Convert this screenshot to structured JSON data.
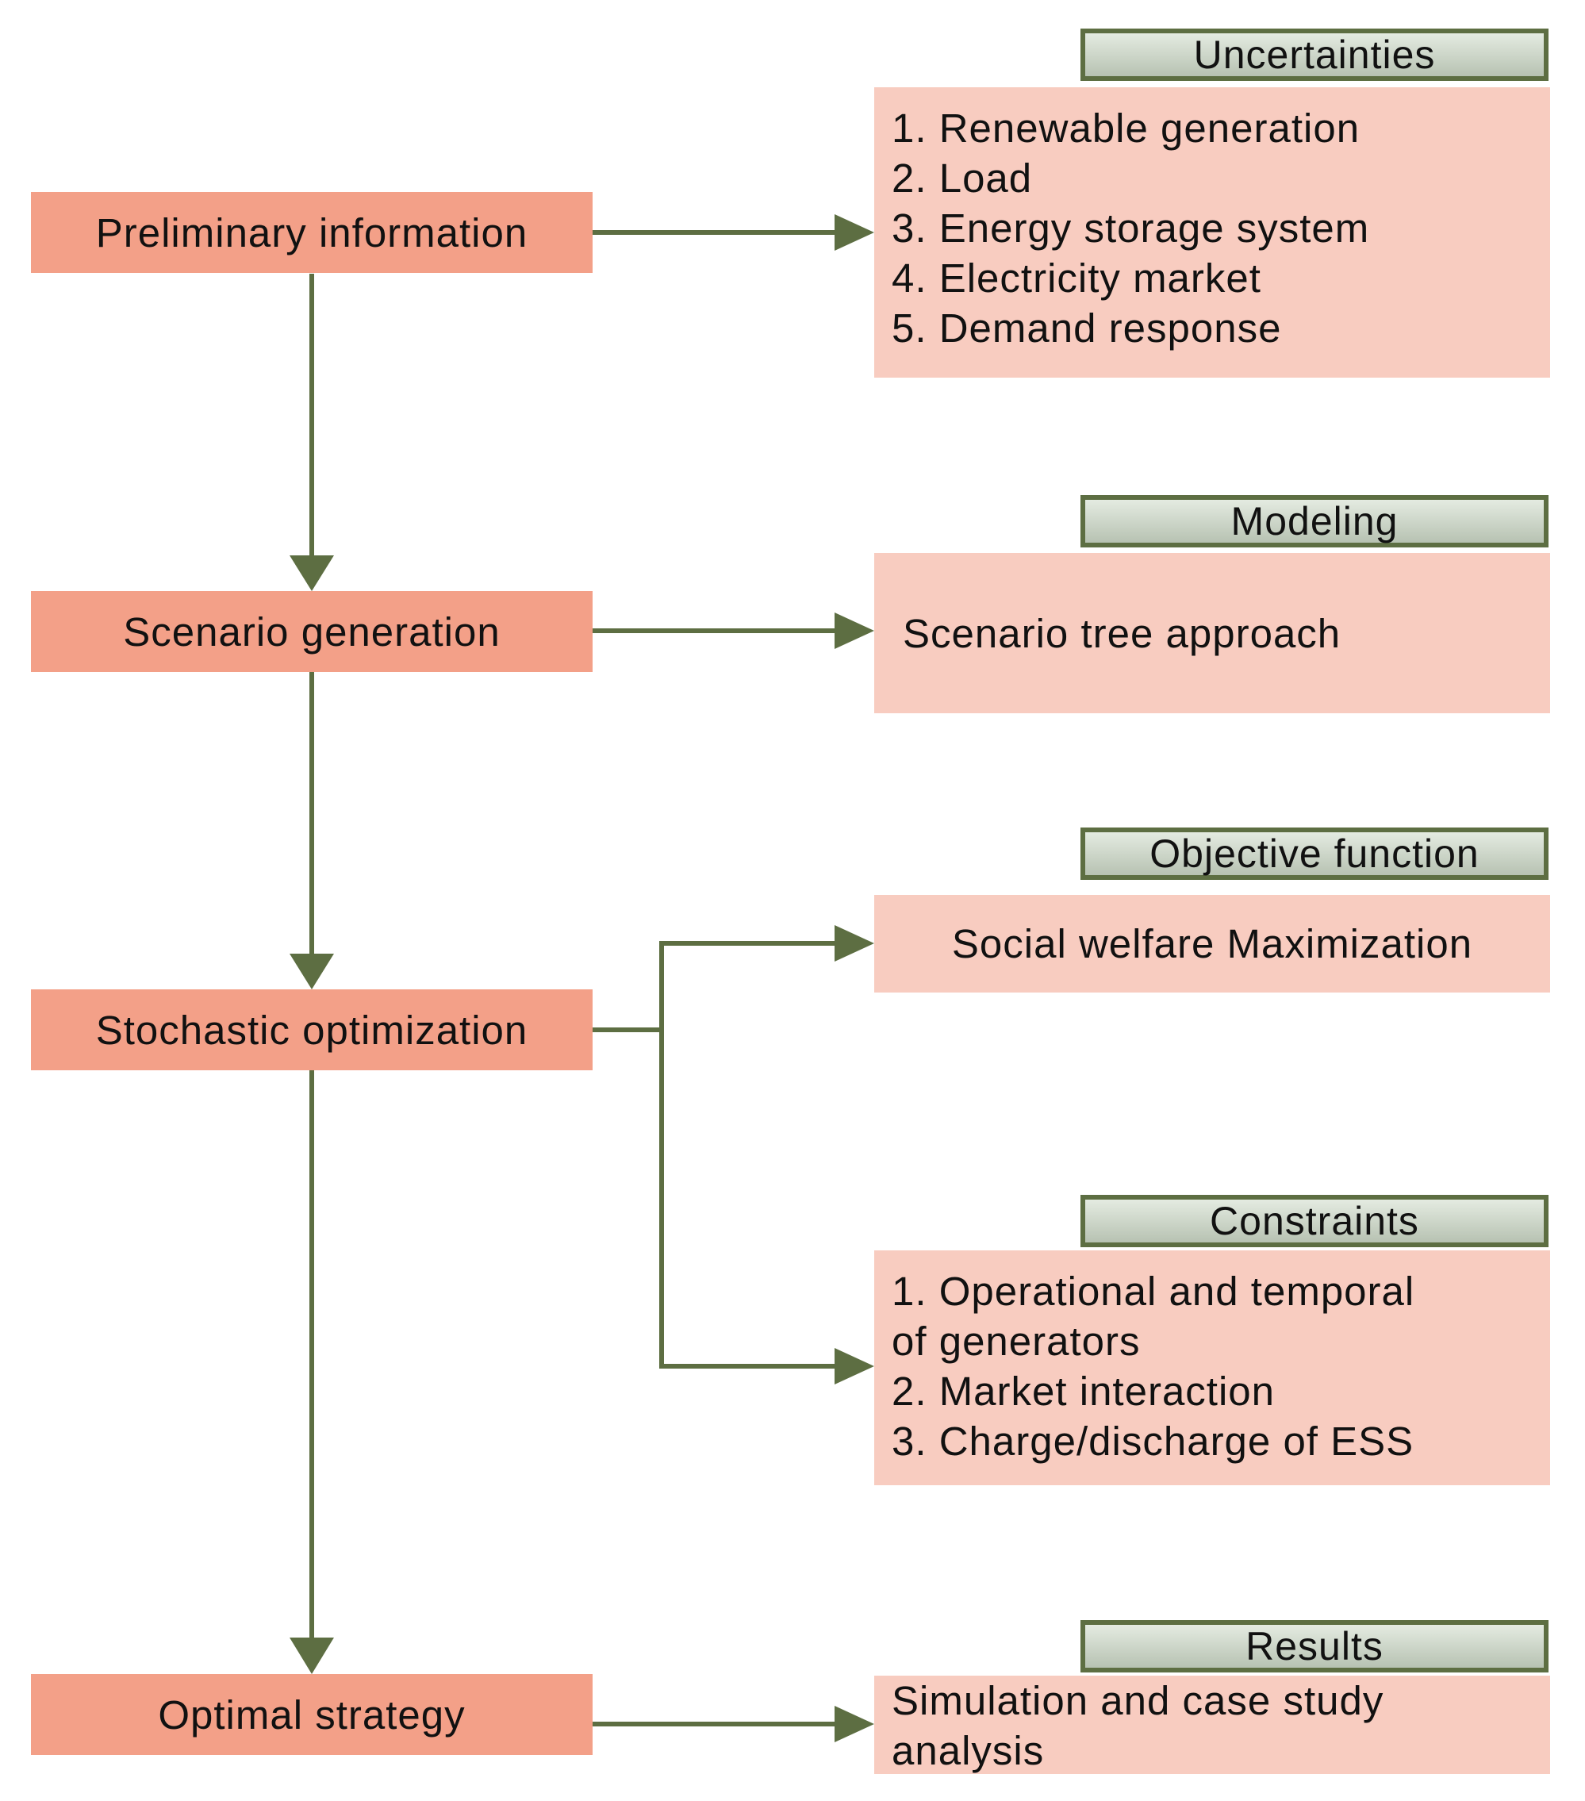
{
  "colors": {
    "step_fill": "#f3a088",
    "panel_fill": "#f8ccc0",
    "header_border": "#5d6e42",
    "header_fill_top": "#e4ebe1",
    "header_fill_bottom": "#b7c2b2",
    "arrow": "#5d6e42"
  },
  "steps": [
    {
      "label": "Preliminary information"
    },
    {
      "label": "Scenario generation"
    },
    {
      "label": "Stochastic optimization"
    },
    {
      "label": "Optimal strategy"
    }
  ],
  "panels": {
    "uncertainties": {
      "title": "Uncertainties",
      "items": [
        "1. Renewable generation",
        "2. Load",
        "3. Energy storage system",
        "4. Electricity market",
        "5. Demand response"
      ]
    },
    "modeling": {
      "title": "Modeling",
      "items": [
        "Scenario tree approach"
      ]
    },
    "objective": {
      "title": "Objective function",
      "items": [
        "Social welfare Maximization"
      ]
    },
    "constraints": {
      "title": "Constraints",
      "items": [
        "1. Operational and temporal",
        "of generators",
        "2. Market interaction",
        "3. Charge/discharge of ESS"
      ]
    },
    "results": {
      "title": "Results",
      "items": [
        "Simulation and case study",
        "analysis"
      ]
    }
  }
}
